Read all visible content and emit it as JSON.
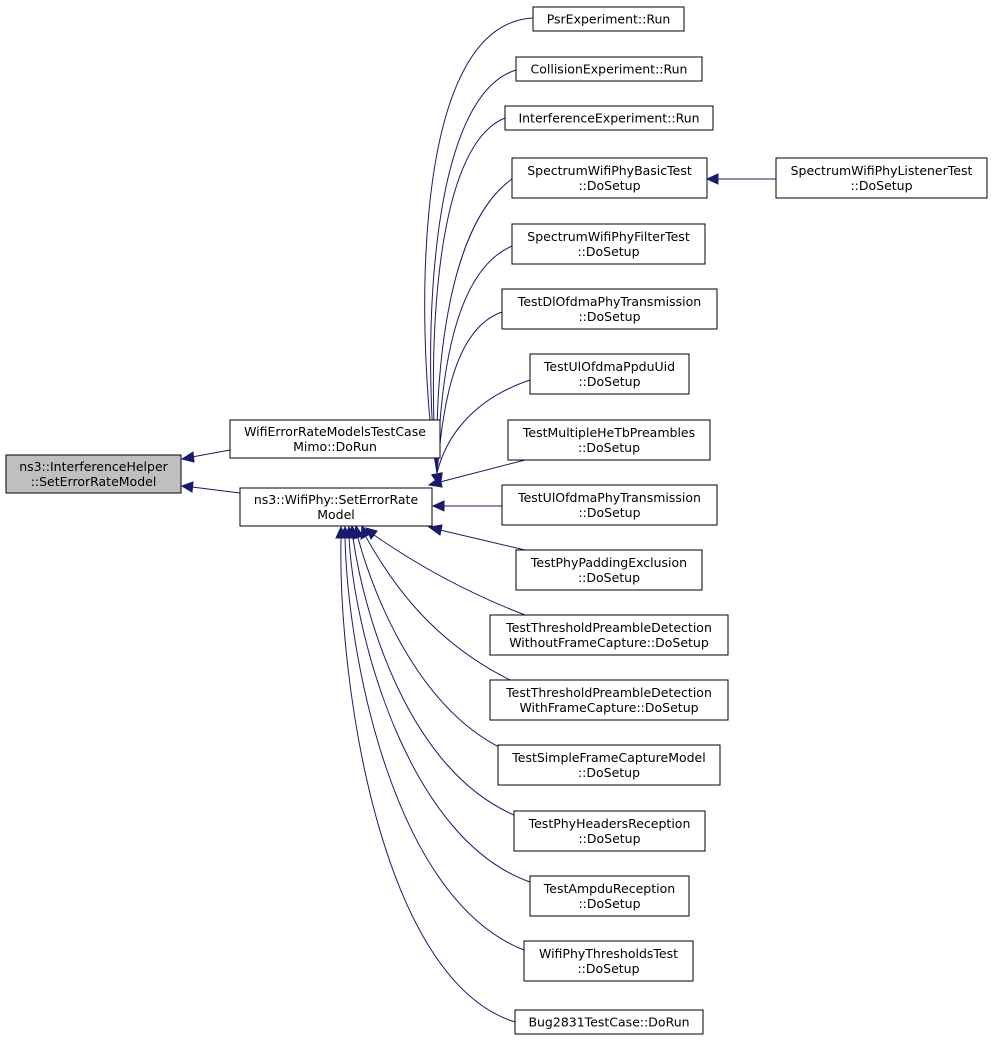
{
  "graph": {
    "colors": {
      "edge": "#191970",
      "highlight_fill": "#bfbfbf",
      "node_fill": "#ffffff",
      "node_stroke": "#000000"
    },
    "root": {
      "id": "root",
      "lines": [
        "ns3::InterferenceHelper",
        "::SetErrorRateModel"
      ]
    },
    "nodes": [
      {
        "id": "wifi_error",
        "lines": [
          "WifiErrorRateModelsTestCase",
          "Mimo::DoRun"
        ]
      },
      {
        "id": "setERM",
        "lines": [
          "ns3::WifiPhy::SetErrorRate",
          "Model"
        ]
      },
      {
        "id": "psr",
        "lines": [
          "PsrExperiment::Run"
        ]
      },
      {
        "id": "collision",
        "lines": [
          "CollisionExperiment::Run"
        ]
      },
      {
        "id": "interference",
        "lines": [
          "InterferenceExperiment::Run"
        ]
      },
      {
        "id": "spec_basic",
        "lines": [
          "SpectrumWifiPhyBasicTest",
          "::DoSetup"
        ]
      },
      {
        "id": "spec_listener",
        "lines": [
          "SpectrumWifiPhyListenerTest",
          "::DoSetup"
        ]
      },
      {
        "id": "spec_filter",
        "lines": [
          "SpectrumWifiPhyFilterTest",
          "::DoSetup"
        ]
      },
      {
        "id": "dl_ofdma",
        "lines": [
          "TestDlOfdmaPhyTransmission",
          "::DoSetup"
        ]
      },
      {
        "id": "ul_ppdu",
        "lines": [
          "TestUlOfdmaPpduUid",
          "::DoSetup"
        ]
      },
      {
        "id": "multi_he",
        "lines": [
          "TestMultipleHeTbPreambles",
          "::DoSetup"
        ]
      },
      {
        "id": "ul_ofdma",
        "lines": [
          "TestUlOfdmaPhyTransmission",
          "::DoSetup"
        ]
      },
      {
        "id": "padding",
        "lines": [
          "TestPhyPaddingExclusion",
          "::DoSetup"
        ]
      },
      {
        "id": "thr_without",
        "lines": [
          "TestThresholdPreambleDetection",
          "WithoutFrameCapture::DoSetup"
        ]
      },
      {
        "id": "thr_with",
        "lines": [
          "TestThresholdPreambleDetection",
          "WithFrameCapture::DoSetup"
        ]
      },
      {
        "id": "simple_fc",
        "lines": [
          "TestSimpleFrameCaptureModel",
          "::DoSetup"
        ]
      },
      {
        "id": "headers",
        "lines": [
          "TestPhyHeadersReception",
          "::DoSetup"
        ]
      },
      {
        "id": "ampdu",
        "lines": [
          "TestAmpduReception",
          "::DoSetup"
        ]
      },
      {
        "id": "thresholds",
        "lines": [
          "WifiPhyThresholdsTest",
          "::DoSetup"
        ]
      },
      {
        "id": "bug2831",
        "lines": [
          "Bug2831TestCase::DoRun"
        ]
      }
    ],
    "edges": [
      {
        "from": "wifi_error",
        "to": "root"
      },
      {
        "from": "setERM",
        "to": "root"
      },
      {
        "from": "psr",
        "to": "setERM"
      },
      {
        "from": "collision",
        "to": "setERM"
      },
      {
        "from": "interference",
        "to": "setERM"
      },
      {
        "from": "spec_basic",
        "to": "setERM"
      },
      {
        "from": "spec_listener",
        "to": "spec_basic"
      },
      {
        "from": "spec_filter",
        "to": "setERM"
      },
      {
        "from": "dl_ofdma",
        "to": "setERM"
      },
      {
        "from": "ul_ppdu",
        "to": "setERM"
      },
      {
        "from": "multi_he",
        "to": "setERM"
      },
      {
        "from": "ul_ofdma",
        "to": "setERM"
      },
      {
        "from": "padding",
        "to": "setERM"
      },
      {
        "from": "thr_without",
        "to": "setERM"
      },
      {
        "from": "thr_with",
        "to": "setERM"
      },
      {
        "from": "simple_fc",
        "to": "setERM"
      },
      {
        "from": "headers",
        "to": "setERM"
      },
      {
        "from": "ampdu",
        "to": "setERM"
      },
      {
        "from": "thresholds",
        "to": "setERM"
      },
      {
        "from": "bug2831",
        "to": "setERM"
      }
    ]
  }
}
